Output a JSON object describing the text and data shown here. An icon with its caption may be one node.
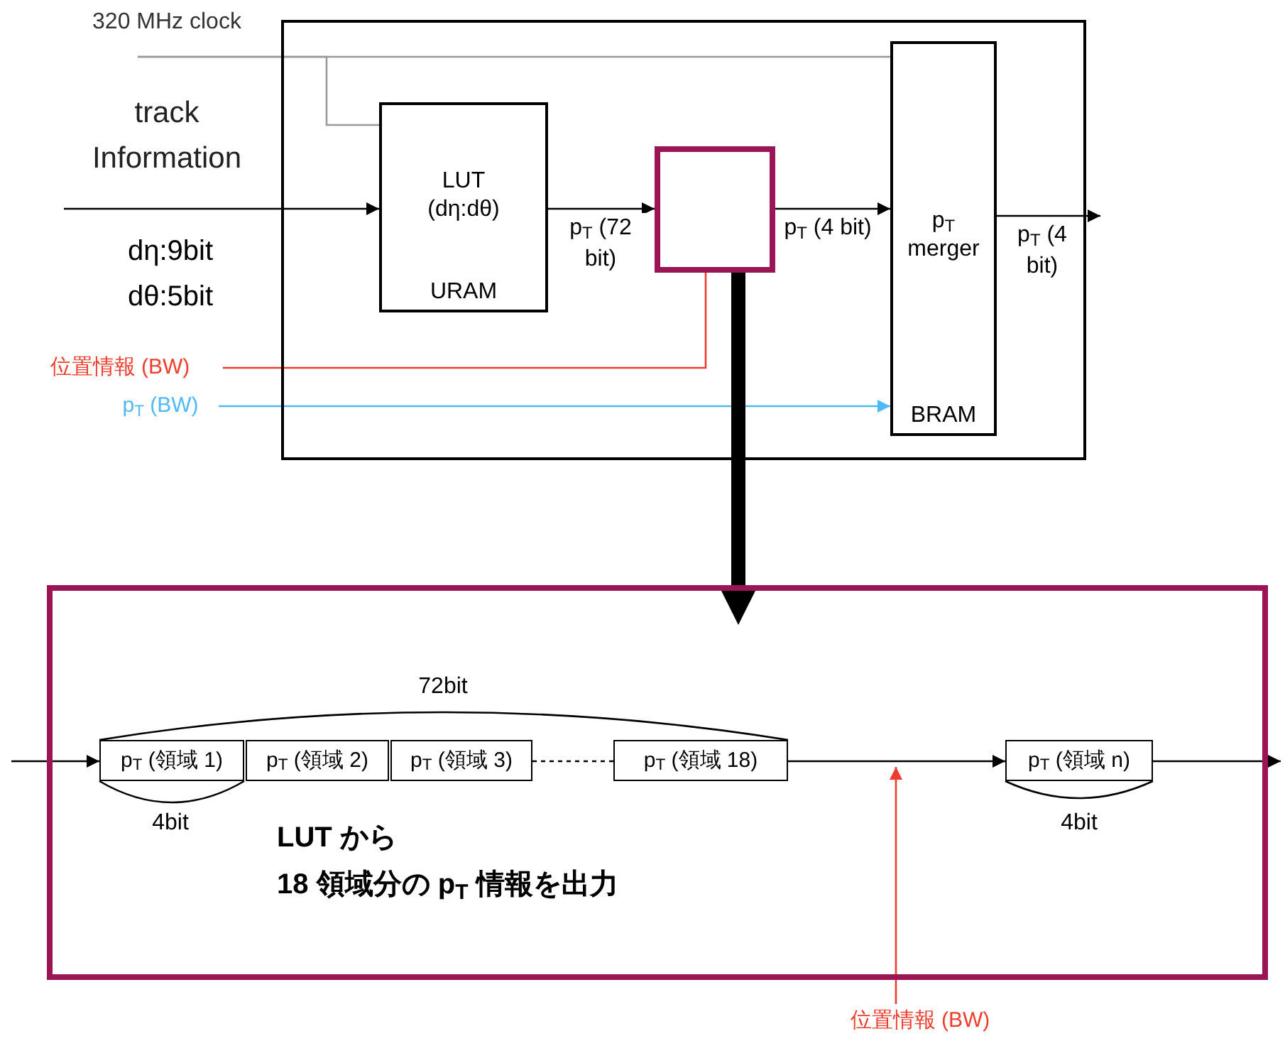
{
  "diagram": {
    "nodes": [
      {
        "text": [],
        "shape": "box"
      },
      {
        "text": [
          "LUT",
          "(dη:dθ)",
          "URAM"
        ],
        "in": 0
      },
      {
        "text": [],
        "shape": "box",
        "in": 0
      },
      {
        "text": [
          "p$_{T}$ merger",
          "BRAM"
        ],
        "in": 0
      },
      {
        "text": [],
        "shape": "box"
      },
      {
        "text": [
          "p$_{T}$ (領域 1)"
        ],
        "in": 4
      },
      {
        "text": [
          "p$_{T}$ (領域 2)"
        ],
        "in": 4
      },
      {
        "text": [
          "p$_{T}$ (領域 3)"
        ],
        "in": 4
      },
      {
        "text": [
          "p$_{T}$ (領域 18)"
        ],
        "in": 4
      },
      {
        "text": [
          "p$_{T}$ (領域 n)"
        ],
        "in": 4
      },
      {
        "text": [
          "320 MHz clock"
        ]
      },
      {
        "text": [
          "位置情報 (BW)"
        ]
      },
      {
        "text": [
          "p$_{T}$ (BW)"
        ]
      },
      {
        "text": [
          "位置情報 (BW)"
        ]
      }
    ],
    "edges": [
      {
        "from": null,
        "to": 1,
        "arrow": "to"
      },
      {
        "from": 1,
        "to": 2,
        "arrow": "to",
        "label": "p$_{T}$ (72 bit)"
      },
      {
        "from": 2,
        "to": 3,
        "arrow": "to",
        "label": "p$_{T}$ (4 bit)"
      },
      {
        "from": 3,
        "to": null,
        "arrow": "to",
        "label": "p$_{T}$ (4 bit)"
      },
      {
        "from": 10,
        "to": 3,
        "arrow": "none",
        "color": "#999999"
      },
      {
        "from": 10,
        "to": 1,
        "arrow": "none",
        "color": "#999999"
      },
      {
        "from": 11,
        "to": 2,
        "arrow": "none",
        "color": "#f03c2c"
      },
      {
        "from": 12,
        "to": 3,
        "arrow": "to",
        "color": "#4fb9f5"
      },
      {
        "from": 2,
        "to": 4,
        "arrow": "to",
        "style": "thick"
      },
      {
        "from": null,
        "to": 5,
        "arrow": "to"
      },
      {
        "from": 7,
        "to": 8,
        "arrow": "none",
        "style": "dashed"
      },
      {
        "from": 8,
        "to": 9,
        "arrow": "to"
      },
      {
        "from": 9,
        "to": null,
        "arrow": "to"
      },
      {
        "from": 13,
        "to": null,
        "arrow": "to",
        "color": "#f03c2c"
      }
    ],
    "labels": [
      "track Information",
      "dη:9bit",
      "dθ:5bit",
      "72bit",
      "4bit",
      "4bit",
      "LUT から",
      "18 領域分の p$_{T}$ 情報を出力"
    ]
  }
}
